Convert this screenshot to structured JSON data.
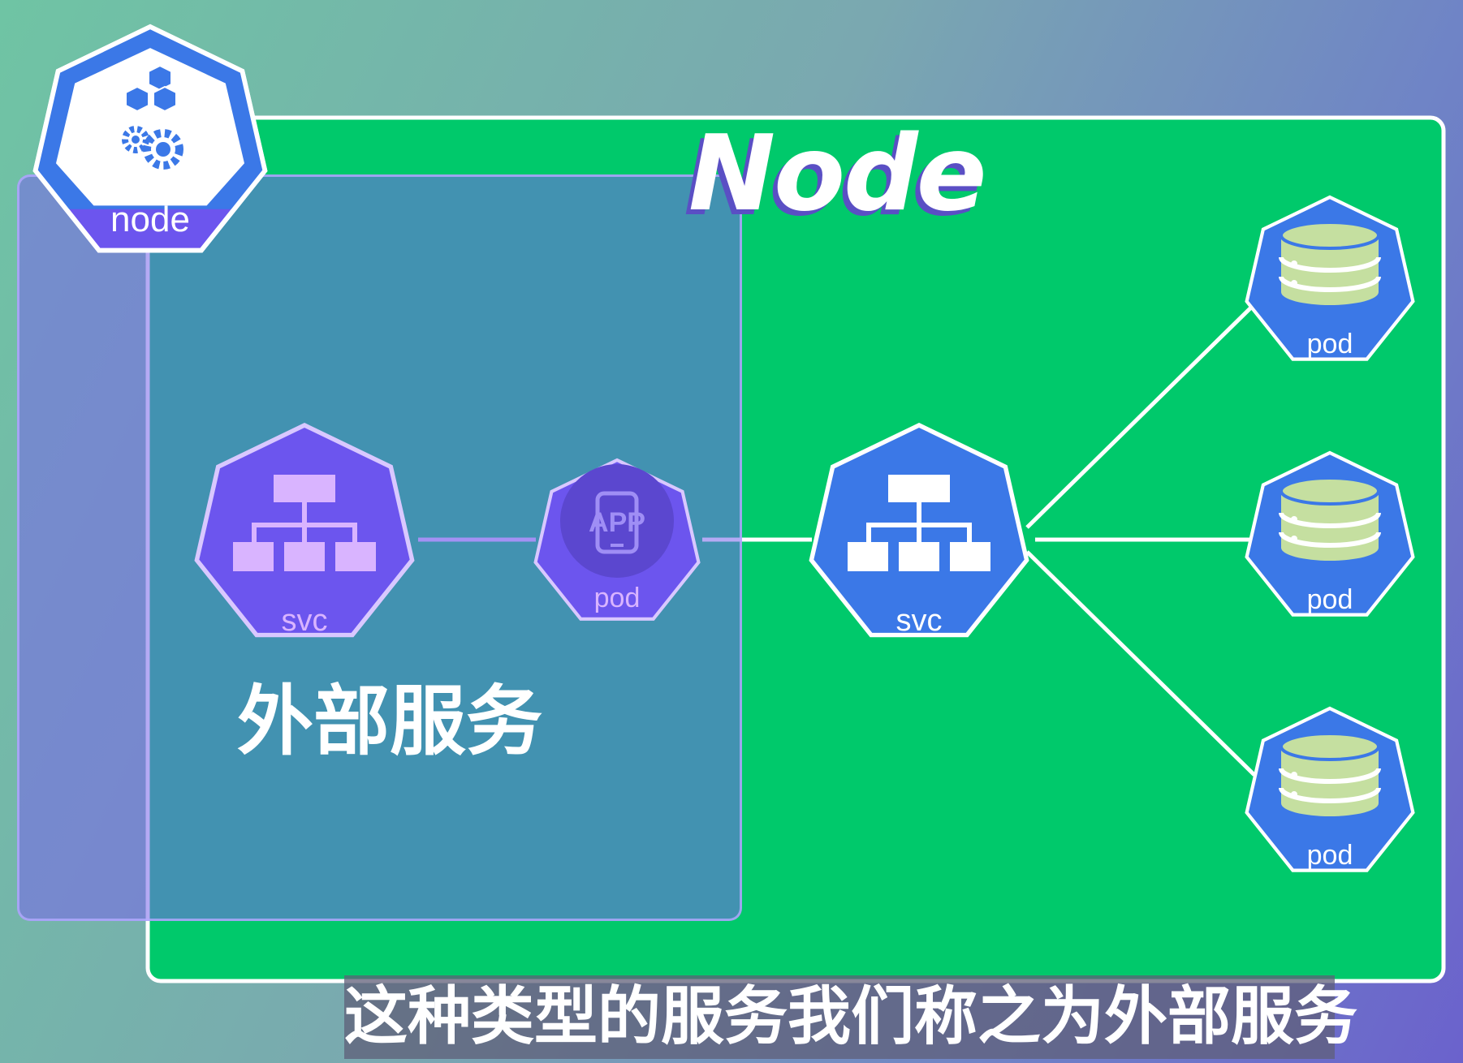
{
  "node_icon": {
    "label": "node",
    "icon": "cubes-gear-icon"
  },
  "node_box": {
    "title": "Node"
  },
  "external_service": {
    "label": "外部服务",
    "svc": {
      "label": "svc",
      "icon": "hierarchy-icon"
    },
    "pod": {
      "label": "pod",
      "icon": "app-phone-icon",
      "icon_text": "APP"
    }
  },
  "internal_service": {
    "svc": {
      "label": "svc",
      "icon": "hierarchy-icon"
    },
    "pods": [
      {
        "label": "pod",
        "icon": "database-icon"
      },
      {
        "label": "pod",
        "icon": "database-icon"
      },
      {
        "label": "pod",
        "icon": "database-icon"
      }
    ]
  },
  "subtitle": "这种类型的服务我们称之为外部服务",
  "colors": {
    "node_green": "#00c96b",
    "k8s_blue": "#3b78e7",
    "overlay_purple": "#7a65e6",
    "db_green": "#c5dfa0"
  }
}
